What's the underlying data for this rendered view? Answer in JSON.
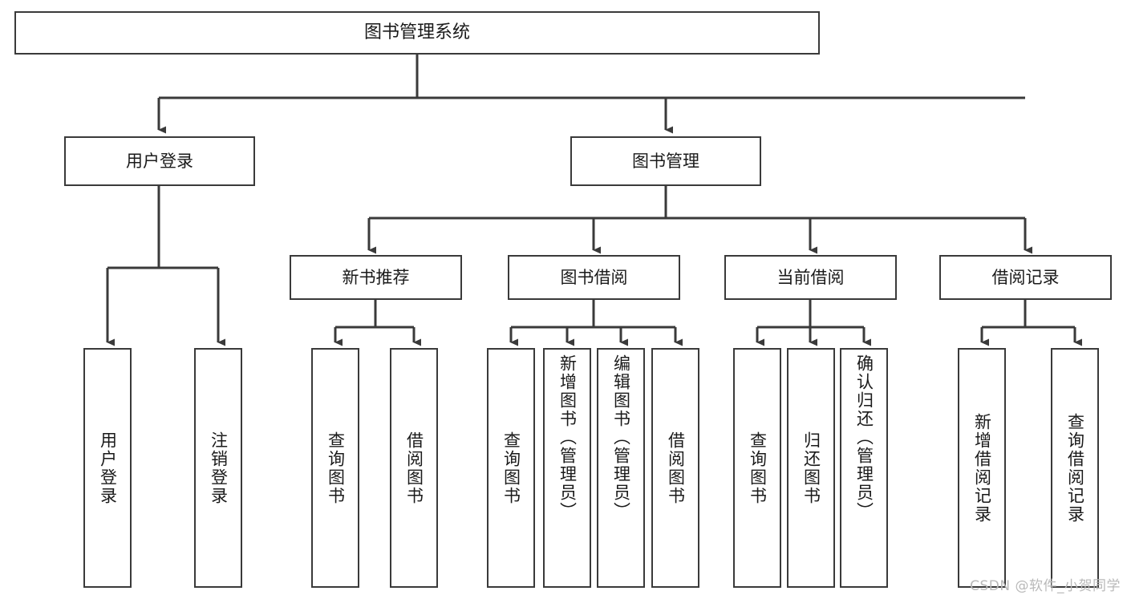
{
  "diagram": {
    "title": "图书管理系统",
    "type": "tree",
    "stroke_color": "#3a3a3a",
    "fill_color": "#ffffff",
    "text_color": "#1a1a1a",
    "watermark": "CSDN @软件_小贺同学",
    "levels": {
      "root": {
        "label": "图书管理系统"
      },
      "level2": [
        {
          "label": "用户登录"
        },
        {
          "label": "图书管理"
        }
      ],
      "level3": [
        {
          "label": "新书推荐"
        },
        {
          "label": "图书借阅"
        },
        {
          "label": "当前借阅"
        },
        {
          "label": "借阅记录"
        }
      ],
      "leaves": {
        "user_login": [
          {
            "label": "用户登录"
          },
          {
            "label": "注销登录"
          }
        ],
        "new_book_recommend": [
          {
            "label": "查询图书"
          },
          {
            "label": "借阅图书"
          }
        ],
        "book_borrow": [
          {
            "label": "查询图书"
          },
          {
            "label": "新增图书（管理员）"
          },
          {
            "label": "编辑图书（管理员）"
          },
          {
            "label": "借阅图书"
          }
        ],
        "current_borrow": [
          {
            "label": "查询图书"
          },
          {
            "label": "归还图书"
          },
          {
            "label": "确认归还（管理员）"
          }
        ],
        "borrow_record": [
          {
            "label": "新增借阅记录"
          },
          {
            "label": "查询借阅记录"
          }
        ]
      }
    }
  }
}
